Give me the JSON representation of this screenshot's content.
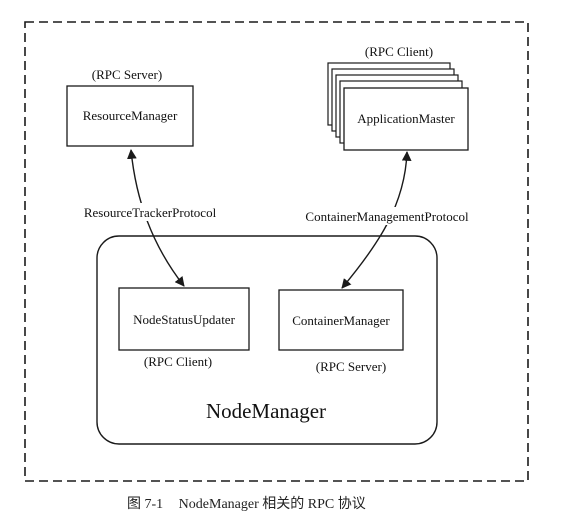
{
  "diagram": {
    "server_box": {
      "role": "(RPC Server)",
      "name": "ResourceManager"
    },
    "client_box": {
      "role": "(RPC Client)",
      "name": "ApplicationMaster"
    },
    "protocols": {
      "left": "ResourceTrackerProtocol",
      "right": "ContainerManagementProtocol"
    },
    "node_manager": {
      "name": "NodeManager",
      "status_updater": {
        "name": "NodeStatusUpdater",
        "role": "(RPC Client)"
      },
      "container_manager": {
        "name": "ContainerManager",
        "role": "(RPC Server)"
      }
    }
  },
  "caption": {
    "number": "图 7-1",
    "text": "NodeManager 相关的 RPC 协议"
  },
  "colors": {
    "line": "#1a1a1a",
    "background": "#ffffff"
  }
}
